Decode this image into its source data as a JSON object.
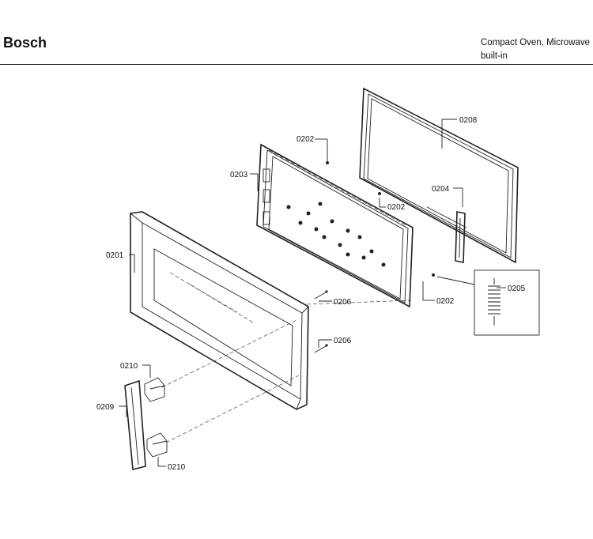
{
  "header": {
    "brand": "Bosch",
    "product_line1": "Compact Oven, Microwave",
    "product_line2": "built-in"
  },
  "parts": [
    {
      "id": "0201",
      "label": "0201"
    },
    {
      "id": "0202a",
      "label": "0202"
    },
    {
      "id": "0202b",
      "label": "0202"
    },
    {
      "id": "0202c",
      "label": "0202"
    },
    {
      "id": "0203",
      "label": "0203"
    },
    {
      "id": "0204",
      "label": "0204"
    },
    {
      "id": "0205",
      "label": "0205"
    },
    {
      "id": "0206a",
      "label": "0206"
    },
    {
      "id": "0206b",
      "label": "0206"
    },
    {
      "id": "0208",
      "label": "0208"
    },
    {
      "id": "0209",
      "label": "0209"
    },
    {
      "id": "0210a",
      "label": "0210"
    },
    {
      "id": "0210b",
      "label": "0210"
    }
  ]
}
